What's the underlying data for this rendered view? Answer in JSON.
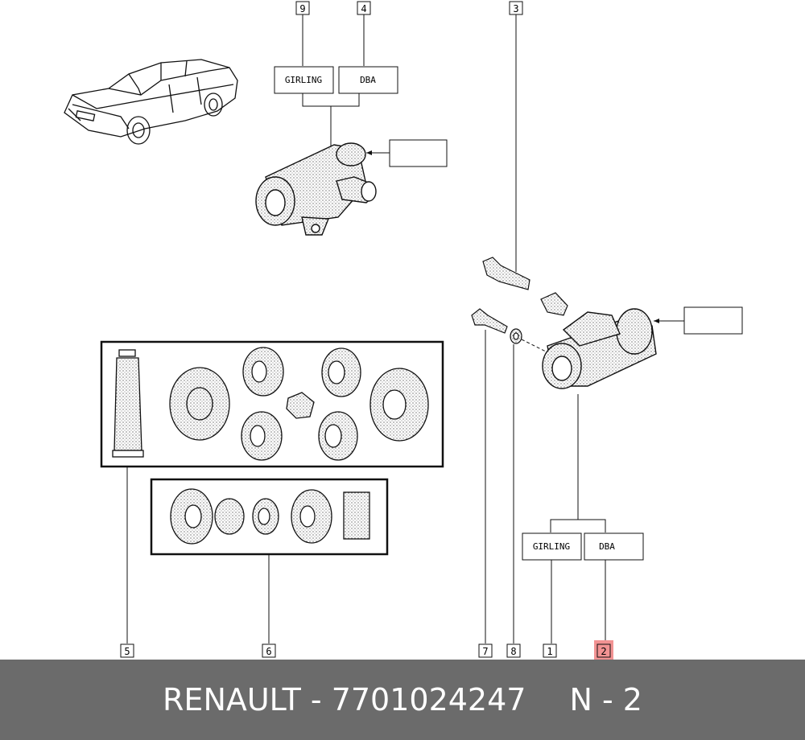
{
  "callouts": [
    {
      "id": "c9",
      "label": "9"
    },
    {
      "id": "c4",
      "label": "4"
    },
    {
      "id": "c3",
      "label": "3"
    },
    {
      "id": "c5",
      "label": "5"
    },
    {
      "id": "c6",
      "label": "6"
    },
    {
      "id": "c7",
      "label": "7"
    },
    {
      "id": "c8",
      "label": "8"
    },
    {
      "id": "c1",
      "label": "1"
    },
    {
      "id": "c2",
      "label": "2"
    }
  ],
  "brand_boxes": {
    "top_girling": "GIRLING",
    "top_dba": "DBA",
    "bottom_girling": "GIRLING",
    "bottom_dba": "DBA"
  },
  "highlight_color": "#f08080",
  "footer": {
    "part_text": "RENAULT - 7701024247",
    "position_text": "N - 2",
    "background": "#6b6b6b"
  }
}
